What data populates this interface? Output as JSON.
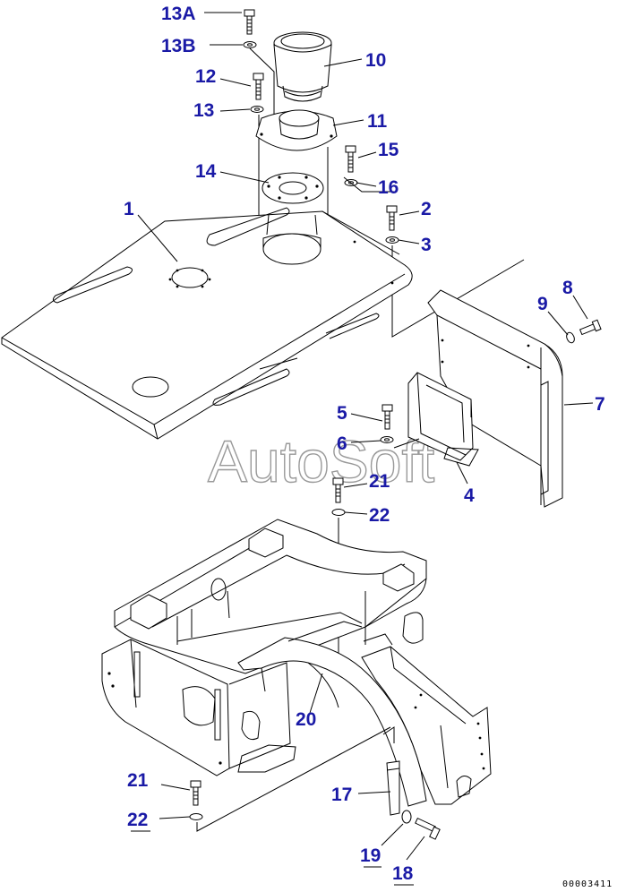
{
  "watermark": "AutoSoft",
  "doc_code": "00003411",
  "callouts": [
    {
      "id": "13A",
      "label": "13A"
    },
    {
      "id": "13B",
      "label": "13B"
    },
    {
      "id": "10",
      "label": "10"
    },
    {
      "id": "12",
      "label": "12"
    },
    {
      "id": "13",
      "label": "13"
    },
    {
      "id": "11",
      "label": "11"
    },
    {
      "id": "15",
      "label": "15"
    },
    {
      "id": "14",
      "label": "14"
    },
    {
      "id": "16",
      "label": "16"
    },
    {
      "id": "1",
      "label": "1"
    },
    {
      "id": "2",
      "label": "2"
    },
    {
      "id": "3",
      "label": "3"
    },
    {
      "id": "8",
      "label": "8"
    },
    {
      "id": "9",
      "label": "9"
    },
    {
      "id": "7",
      "label": "7"
    },
    {
      "id": "5",
      "label": "5"
    },
    {
      "id": "6",
      "label": "6"
    },
    {
      "id": "4",
      "label": "4"
    },
    {
      "id": "21a",
      "label": "21"
    },
    {
      "id": "22a",
      "label": "22"
    },
    {
      "id": "20",
      "label": "20"
    },
    {
      "id": "21b",
      "label": "21"
    },
    {
      "id": "17",
      "label": "17"
    },
    {
      "id": "22b",
      "label": "22"
    },
    {
      "id": "19",
      "label": "19"
    },
    {
      "id": "18",
      "label": "18"
    }
  ]
}
